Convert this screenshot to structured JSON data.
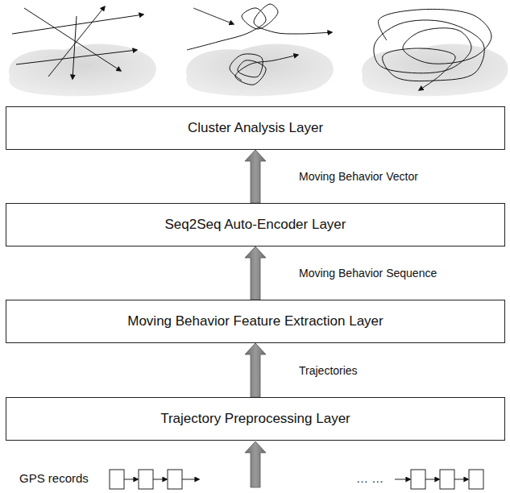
{
  "diagram": {
    "nodes": [
      {
        "text": [
          "Cluster Analysis Layer"
        ]
      },
      {
        "text": [
          "Seq2Seq Auto-Encoder Layer"
        ]
      },
      {
        "text": [
          "Moving Behavior Feature Extraction Layer"
        ]
      },
      {
        "text": [
          "Trajectory Preprocessing Layer"
        ]
      }
    ],
    "edges": [
      {
        "from": 1,
        "to": 0,
        "arrow": "to",
        "label": "Moving Behavior Vector"
      },
      {
        "from": 2,
        "to": 1,
        "arrow": "to",
        "label": "Moving Behavior Sequence"
      },
      {
        "from": 3,
        "to": 2,
        "arrow": "to",
        "label": "Trajectories"
      }
    ],
    "labels": [
      "GPS records",
      "… …"
    ]
  }
}
